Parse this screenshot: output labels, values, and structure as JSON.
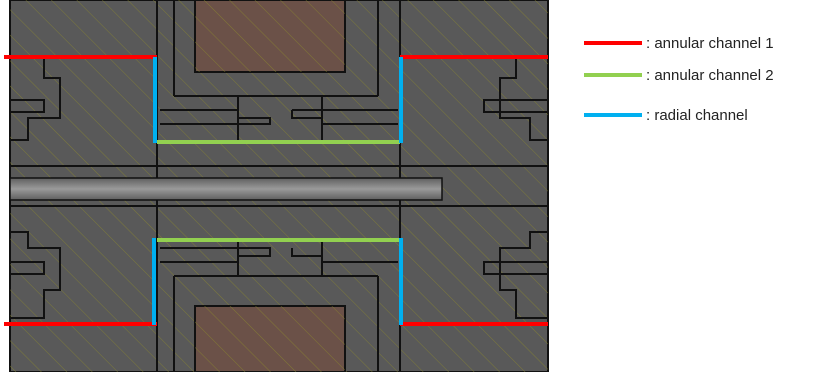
{
  "legend": [
    {
      "label": ": annular channel 1",
      "color": "#ff0000"
    },
    {
      "label": ": annular channel 2",
      "color": "#92d050"
    },
    {
      "label": ": radial channel",
      "color": "#00b0f0"
    }
  ],
  "colors": {
    "body": "#595959",
    "outline": "#111111",
    "hatch": "#8c8a2a",
    "cavity": "#6b5148",
    "shaft": "#7a7a7a"
  }
}
